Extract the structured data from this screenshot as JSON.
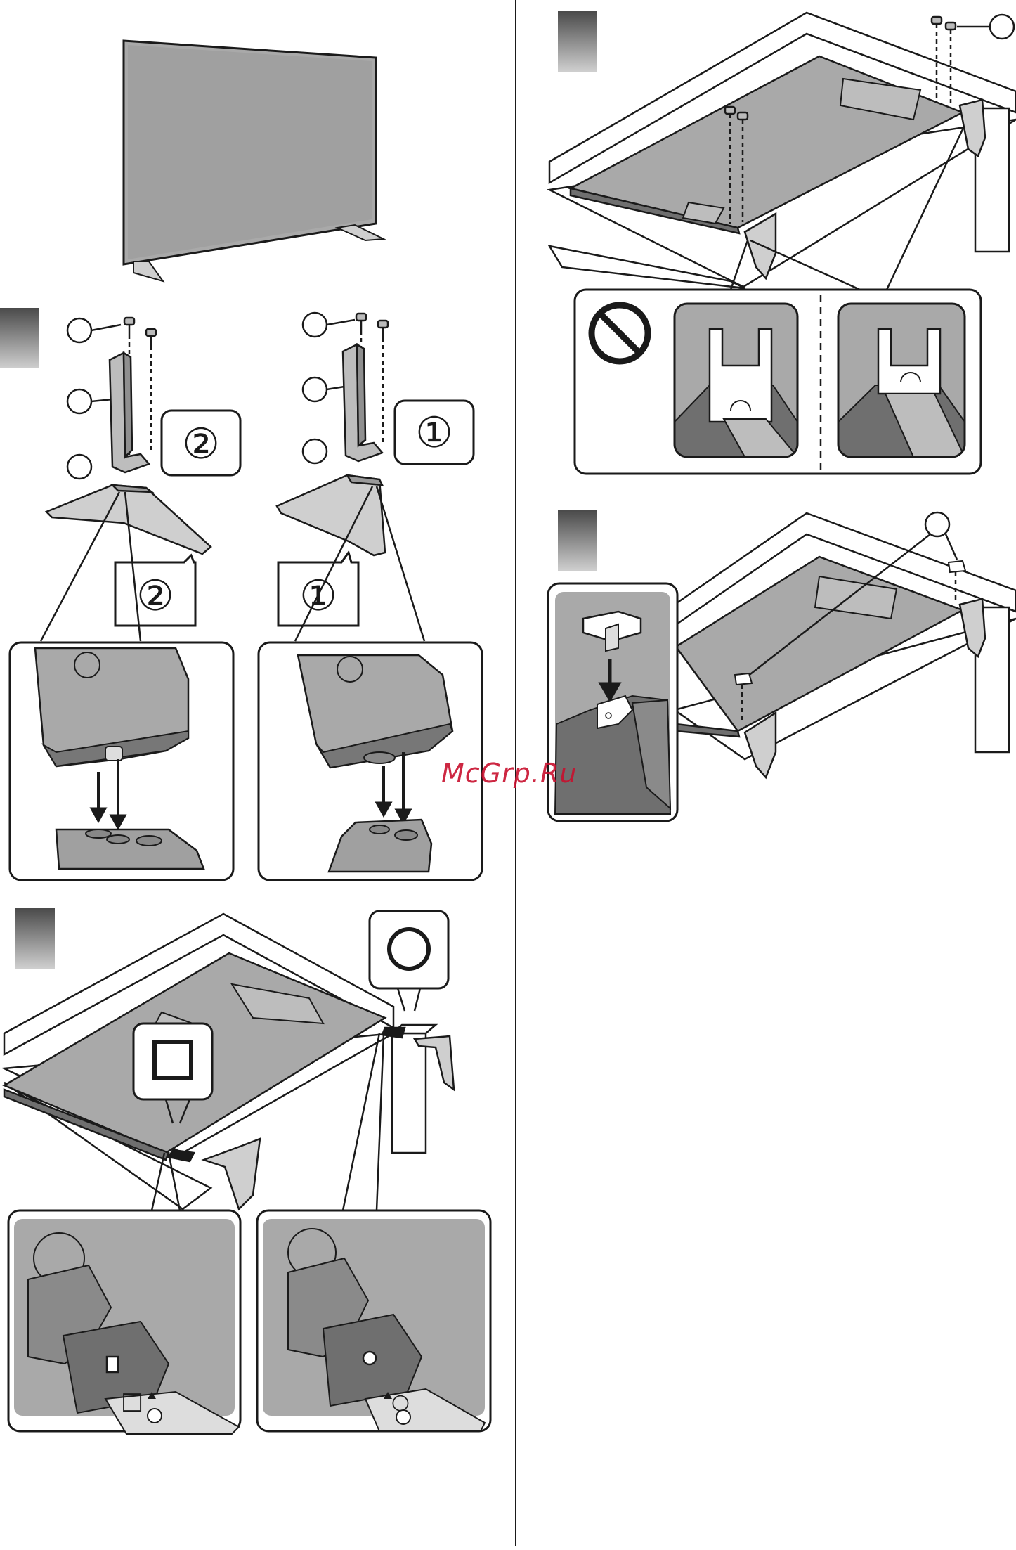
{
  "document": {
    "callout_labels": {
      "step2_right_callout": "①",
      "step2_right_stand_callout": "①",
      "step2_left_callout": "②",
      "step2_left_stand_callout": "②"
    },
    "step3": {
      "left_mark": "□",
      "right_mark": "○"
    }
  },
  "watermark": "McGrp.Ru",
  "colors": {
    "line": "#1a1a1a",
    "panel_gray": "#a9a9a9",
    "dark_gray": "#6f6f6f",
    "step_badge_top": "#5a5a5a",
    "step_badge_bottom": "#c8c8c8",
    "watermark": "#c8102e"
  }
}
